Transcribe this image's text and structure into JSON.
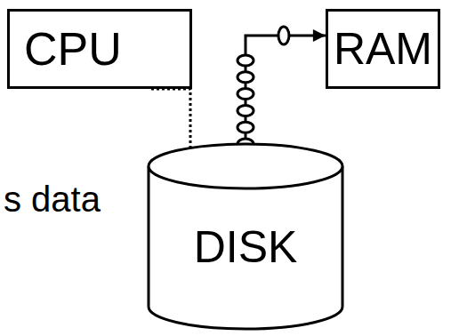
{
  "diagram": {
    "nodes": [
      {
        "text": [
          "CPU"
        ]
      },
      {
        "text": [
          "RAM"
        ]
      },
      {
        "text": [
          "DISK"
        ]
      }
    ],
    "edges": [
      {
        "from": 0,
        "to": 2,
        "arrow": "to"
      },
      {
        "from": 2,
        "to": 1,
        "arrow": "to"
      }
    ],
    "labels": [
      "s data"
    ]
  }
}
